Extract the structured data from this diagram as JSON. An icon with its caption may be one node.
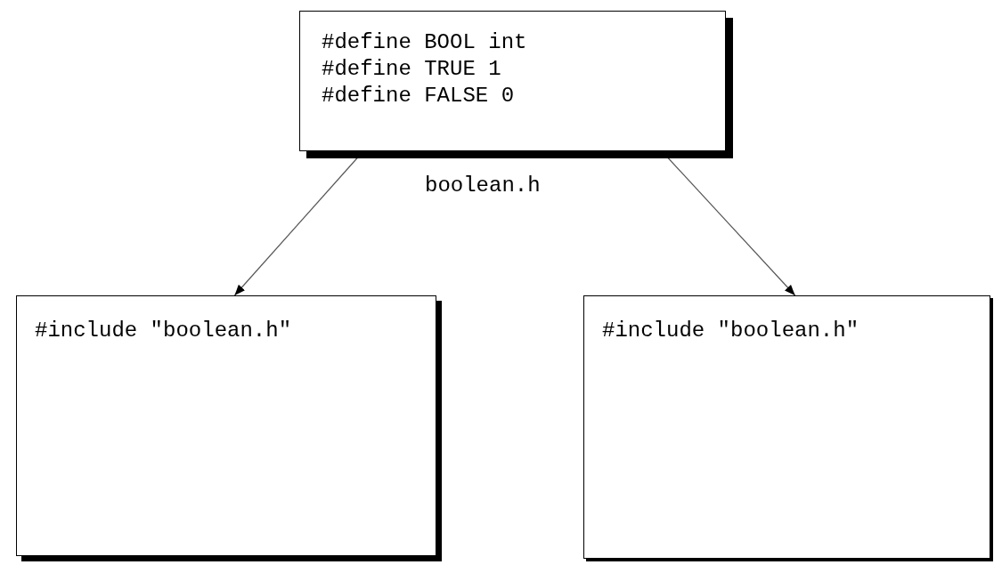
{
  "diagram": {
    "nodes": [
      {
        "text": [
          "#define BOOL int",
          "#define TRUE 1",
          "#define FALSE 0"
        ],
        "beside": [
          "boolean.h"
        ]
      },
      {
        "text": [
          "#include \"boolean.h\""
        ]
      },
      {
        "text": [
          "#include \"boolean.h\""
        ]
      }
    ],
    "edges": [
      {
        "from": 0,
        "to": 1,
        "arrow": "to"
      },
      {
        "from": 0,
        "to": 2,
        "arrow": "to"
      }
    ]
  }
}
